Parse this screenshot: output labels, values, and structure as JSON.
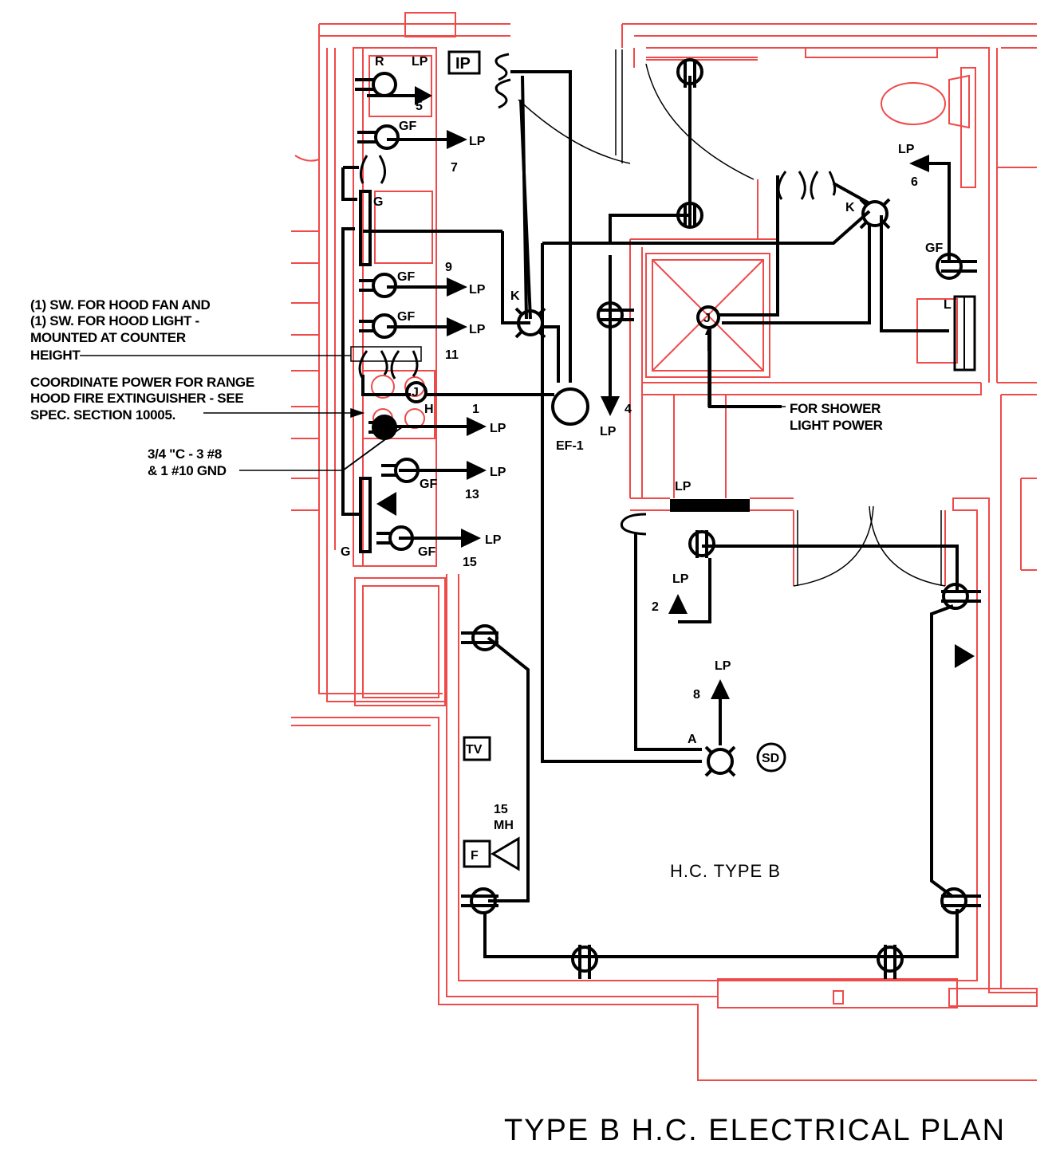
{
  "title": "TYPE B H.C. ELECTRICAL PLAN",
  "room_label": "H.C. TYPE B",
  "notes": {
    "hood_switch": [
      "(1) SW. FOR HOOD FAN AND",
      "(1) SW. FOR HOOD LIGHT -",
      "MOUNTED AT COUNTER",
      "HEIGHT"
    ],
    "range_hood": [
      "COORDINATE POWER FOR RANGE",
      "HOOD FIRE EXTINGUISHER - SEE",
      "SPEC. SECTION 10005."
    ],
    "conduit": [
      "3/4 \"C - 3 #8",
      "& 1 #10 GND"
    ],
    "shower": [
      "FOR SHOWER",
      "LIGHT POWER"
    ]
  },
  "panel": {
    "ip": "IP",
    "lp": "LP"
  },
  "circuits": {
    "c5": "5",
    "c7": "7",
    "c9": "9",
    "c11": "11",
    "c1": "1",
    "c13": "13",
    "c15": "15",
    "c4": "4",
    "c6": "6",
    "c2": "2",
    "c8": "8",
    "c15mh_num": "15",
    "c15mh_tag": "MH"
  },
  "tags": {
    "r": "R",
    "gf": "GF",
    "g": "G",
    "k": "K",
    "h": "H",
    "j": "J",
    "l": "L",
    "a": "A",
    "ef": "EF-1",
    "tv": "TV",
    "f": "F",
    "sd": "SD"
  },
  "colors": {
    "architecture": "#ef4a4a",
    "electrical": "#000000"
  }
}
